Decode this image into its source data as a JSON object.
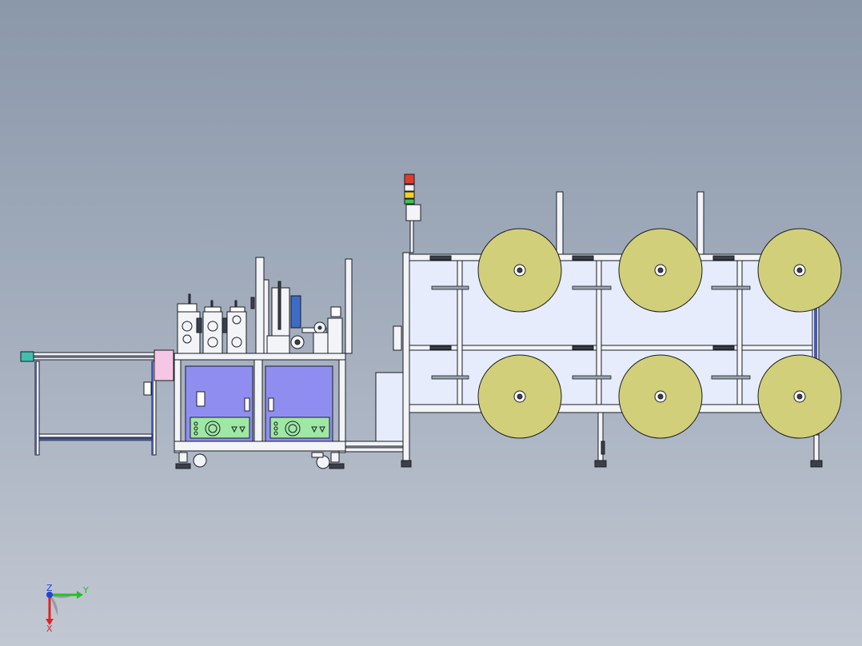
{
  "viewport": {
    "background_top": "#8b98aa",
    "background_bottom": "#c2c8d2"
  },
  "model": {
    "reel_color": "#d1cf7a",
    "panel_color": "#e6ecfb",
    "cabinet_panel_color": "#8f8ef0",
    "control_panel_color": "#9fe8a4",
    "frame_color": "#f2f4f8",
    "accent_pink": "#f6c6e6",
    "conveyor_teal": "#3fbfb0",
    "signal_light_colors": [
      "#e33b2a",
      "#f2d028",
      "#3fc452"
    ],
    "reels_top_row": 3,
    "reels_bottom_row": 3
  },
  "triad": {
    "axis_x_label": "X",
    "axis_y_label": "Y",
    "axis_z_label": "Z",
    "axis_x_color": "#e22222",
    "axis_y_color": "#22c322",
    "axis_z_color": "#2244dd"
  }
}
